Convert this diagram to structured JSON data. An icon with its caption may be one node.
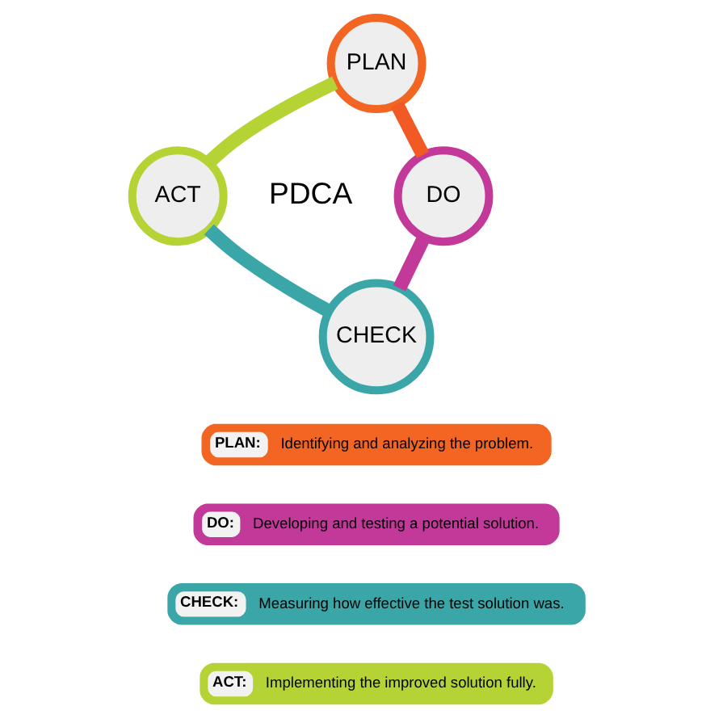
{
  "diagram": {
    "nodes": [
      {
        "text": [
          "PDCA"
        ]
      },
      {
        "text": [
          "PLAN"
        ]
      },
      {
        "text": [
          "DO"
        ]
      },
      {
        "text": [
          "CHECK"
        ]
      },
      {
        "text": [
          "ACT"
        ]
      },
      {
        "text": [
          "PLAN:",
          "Identifying and analyzing the problem."
        ]
      },
      {
        "text": [
          "DO:",
          "Developing and testing a potential solution."
        ]
      },
      {
        "text": [
          "CHECK:",
          "Measuring how effective the test solution was."
        ]
      },
      {
        "text": [
          "ACT:",
          "Implementing the improved solution fully."
        ]
      }
    ],
    "edges": [
      {
        "from": 1,
        "to": 2,
        "arrow": "none",
        "color": "#f15a24"
      },
      {
        "from": 2,
        "to": 3,
        "arrow": "none",
        "color": "#c2399a"
      },
      {
        "from": 3,
        "to": 4,
        "arrow": "none",
        "color": "#3aa6a8"
      },
      {
        "from": 4,
        "to": 1,
        "arrow": "none",
        "color": "#b5d334"
      }
    ]
  }
}
